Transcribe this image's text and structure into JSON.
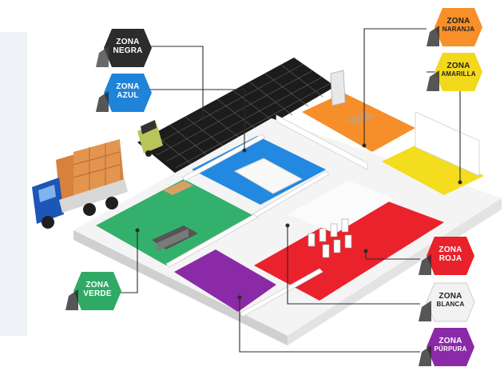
{
  "zones": [
    {
      "id": "negra",
      "line1": "ZONA",
      "line2": "NEGRA",
      "color": "#2c2c2c",
      "text_color": "#ffffff"
    },
    {
      "id": "azul",
      "line1": "ZONA",
      "line2": "AZUL",
      "color": "#1f83d9",
      "text_color": "#ffffff"
    },
    {
      "id": "naranja",
      "line1": "ZONA",
      "line2": "NARANJA",
      "color": "#f79029",
      "text_color": "#222222"
    },
    {
      "id": "amarilla",
      "line1": "ZONA",
      "line2": "AMARILLA",
      "color": "#f2d91c",
      "text_color": "#222222"
    },
    {
      "id": "roja",
      "line1": "ZONA",
      "line2": "ROJA",
      "color": "#e8212a",
      "text_color": "#ffffff"
    },
    {
      "id": "blanca",
      "line1": "ZONA",
      "line2": "BLANCA",
      "color": "#f2f2f2",
      "text_color": "#222222"
    },
    {
      "id": "verde",
      "line1": "ZONA",
      "line2": "VERDE",
      "color": "#2faa66",
      "text_color": "#ffffff"
    },
    {
      "id": "purpura",
      "line1": "ZONA",
      "line2": "PÚRPURA",
      "color": "#8a2aa8",
      "text_color": "#ffffff"
    }
  ]
}
